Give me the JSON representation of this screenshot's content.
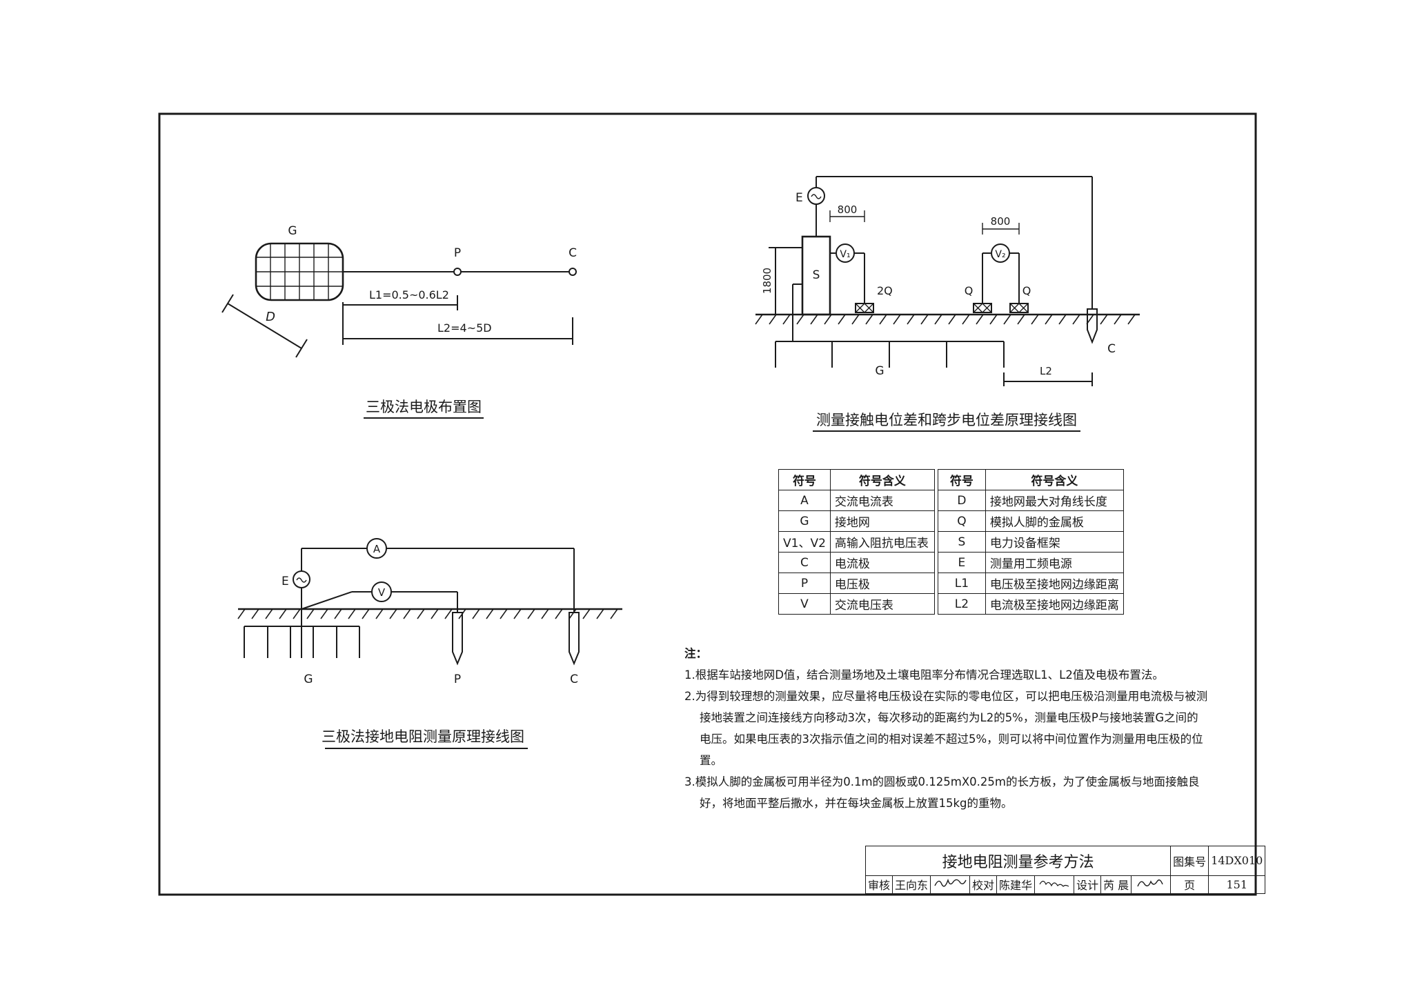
{
  "diagram_three_pole_layout": {
    "title": "三极法电极布置图",
    "labels": {
      "G": "G",
      "P": "P",
      "C": "C",
      "D": "D",
      "L1": "L1=0.5~0.6L2",
      "L2": "L2=4~5D"
    }
  },
  "diagram_three_pole_wiring": {
    "title": "三极法接地电阻测量原理接线图",
    "labels": {
      "E": "E",
      "A": "A",
      "V": "V",
      "G": "G",
      "P": "P",
      "C": "C"
    }
  },
  "diagram_touch_step": {
    "title": "测量接触电位差和跨步电位差原理接线图",
    "labels": {
      "E": "E",
      "dim_800_left": "800",
      "dim_800_right": "800",
      "dim_1800": "1800",
      "S": "S",
      "V1": "V₁",
      "V2": "V₂",
      "2Q": "2Q",
      "Q_left": "Q",
      "Q_right": "Q",
      "G": "G",
      "C": "C",
      "L2": "L2"
    }
  },
  "legend_table": {
    "headers": [
      "符号",
      "符号含义",
      "符号",
      "符号含义"
    ],
    "rows": [
      [
        "A",
        "交流电流表",
        "D",
        "接地网最大对角线长度"
      ],
      [
        "G",
        "接地网",
        "Q",
        "模拟人脚的金属板"
      ],
      [
        "V1、V2",
        "高输入阻抗电压表",
        "S",
        "电力设备框架"
      ],
      [
        "C",
        "电流极",
        "E",
        "测量用工频电源"
      ],
      [
        "P",
        "电压极",
        "L1",
        "电压极至接地网边缘距离"
      ],
      [
        "V",
        "交流电压表",
        "L2",
        "电流极至接地网边缘距离"
      ]
    ]
  },
  "notes": {
    "heading": "注：",
    "items": [
      "1.根据车站接地网D值，结合测量场地及土壤电阻率分布情况合理选取L1、L2值及电极布置法。",
      "2.为得到较理想的测量效果，应尽量将电压极设在实际的零电位区，可以把电压极沿测量用电流极与被测接地装置之间连接线方向移动3次，每次移动的距离约为L2的5%，测量电压极P与接地装置G之间的电压。如果电压表的3次指示值之间的相对误差不超过5%，则可以将中间位置作为测量用电压极的位置。",
      "3.模拟人脚的金属板可用半径为0.1m的圆板或0.125mX0.25m的长方板，为了使金属板与地面接触良好，将地面平整后撒水，并在每块金属板上放置15kg的重物。"
    ]
  },
  "title_block": {
    "title": "接地电阻测量参考方法",
    "atlas_label": "图集号",
    "atlas_no": "14DX010",
    "review_label": "审核",
    "reviewer": "王向东",
    "check_label": "校对",
    "checker": "陈建华",
    "design_label": "设计",
    "designer": "芮 晨",
    "page_label": "页",
    "page_no": "151"
  }
}
